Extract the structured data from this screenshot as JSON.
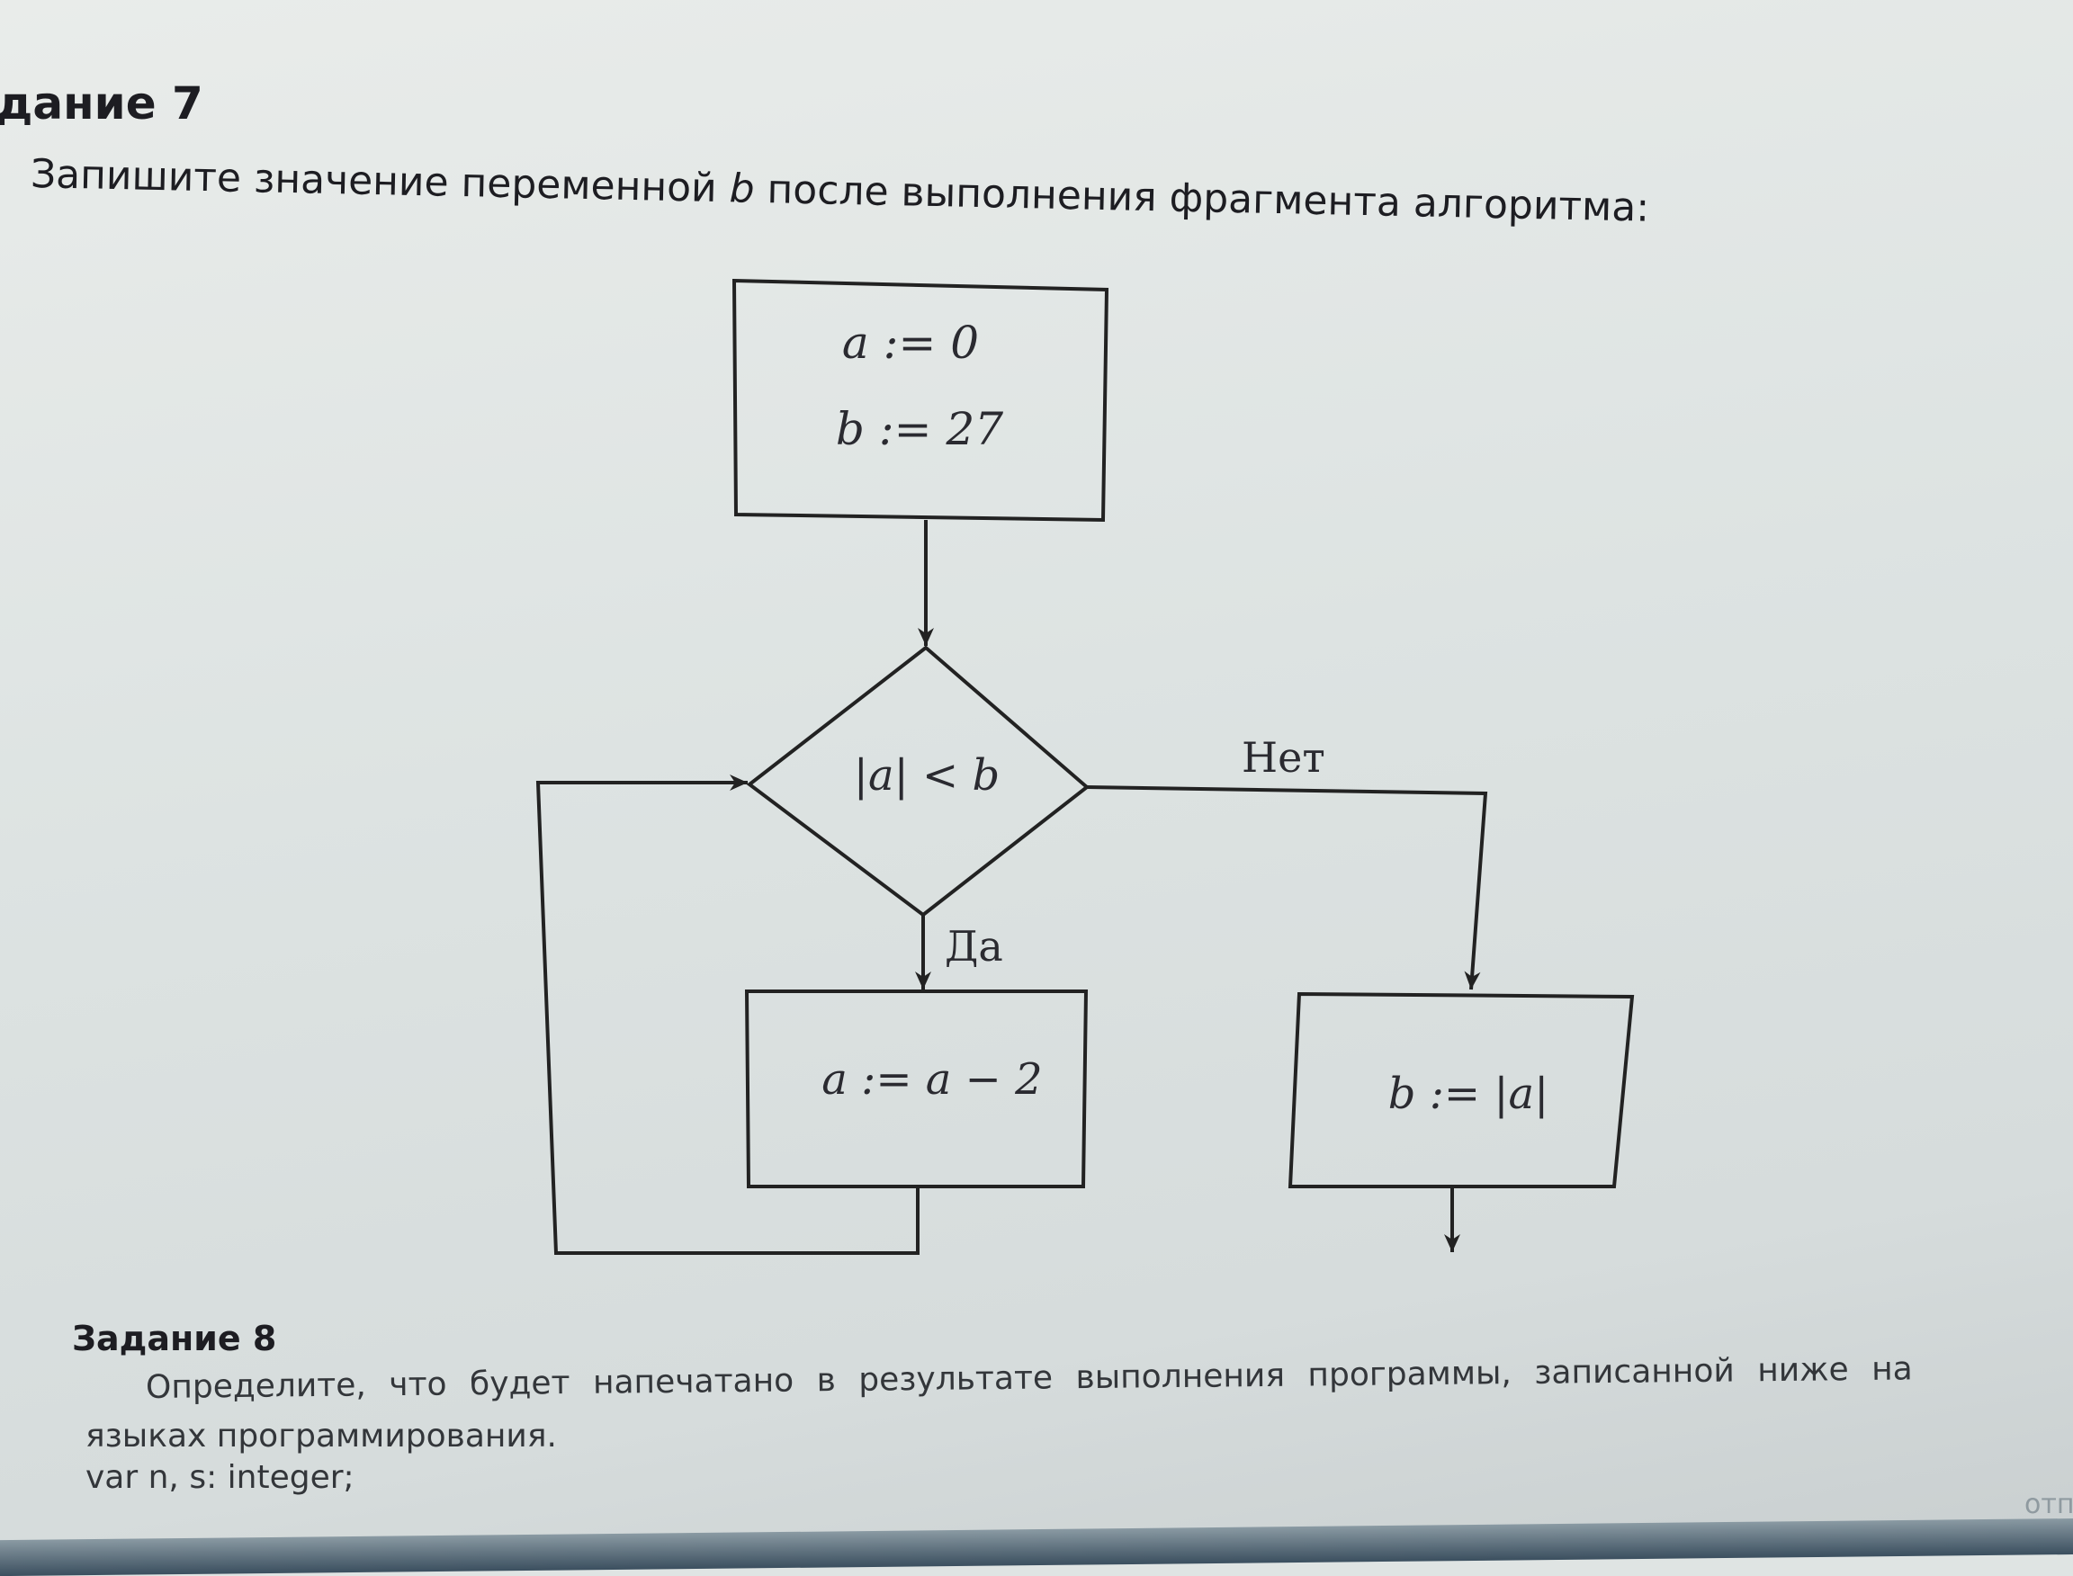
{
  "task7": {
    "heading": "дание 7",
    "question_before": "Запишите значение переменной ",
    "question_var": "b",
    "question_after": " после выполнения фрагмента алгоритма:"
  },
  "flowchart": {
    "init_a": "a := 0",
    "init_b": "b := 27",
    "condition": "|a| < b",
    "yes_label": "Да",
    "no_label": "Нет",
    "loop_body": "a := a − 2",
    "result": "b := |a|"
  },
  "task8": {
    "heading": "Задание 8",
    "line1": "Определите, что будет напечатано в результате выполнения программы, записанной ниже на",
    "line2": "языках программирования.",
    "code_line": "var n, s: integer;"
  },
  "corner_text": "отп"
}
